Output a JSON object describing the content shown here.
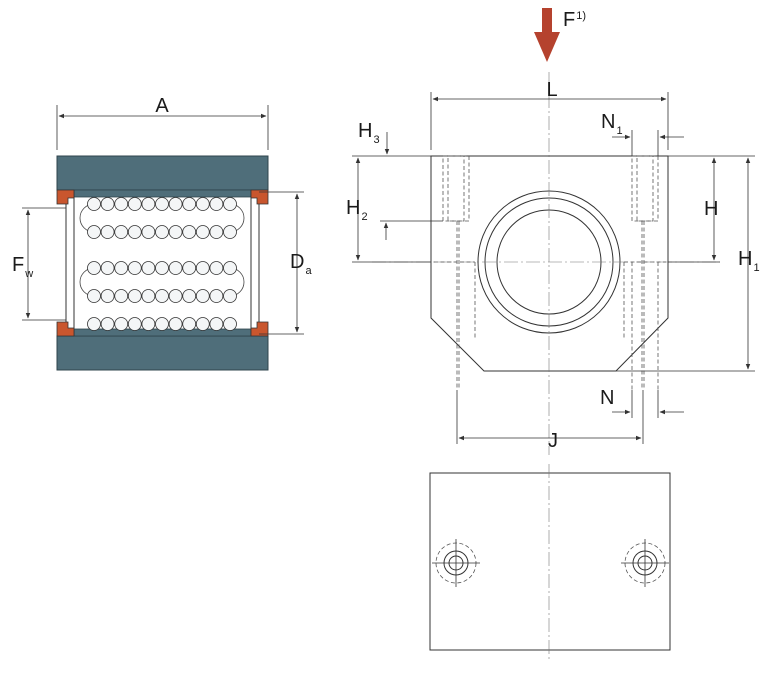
{
  "colors": {
    "housing": "#4f6e7a",
    "seal": "#c9562e",
    "arrow": "#b5422e",
    "line": "#333333",
    "ball_fill": "#f4f6f7"
  },
  "labels": {
    "A": "A",
    "F": "F",
    "F_sup": "1)",
    "Fw_main": "F",
    "Fw_sub": "w",
    "Da_main": "D",
    "Da_sub": "a",
    "L": "L",
    "H": "H",
    "H1_main": "H",
    "H1_sub": "1",
    "H2_main": "H",
    "H2_sub": "2",
    "H3_main": "H",
    "H3_sub": "3",
    "N": "N",
    "N1_main": "N",
    "N1_sub": "1",
    "J": "J"
  },
  "icons": {
    "load_arrow": "arrow-down-icon",
    "mount_hole": "bolt-hole-icon"
  }
}
